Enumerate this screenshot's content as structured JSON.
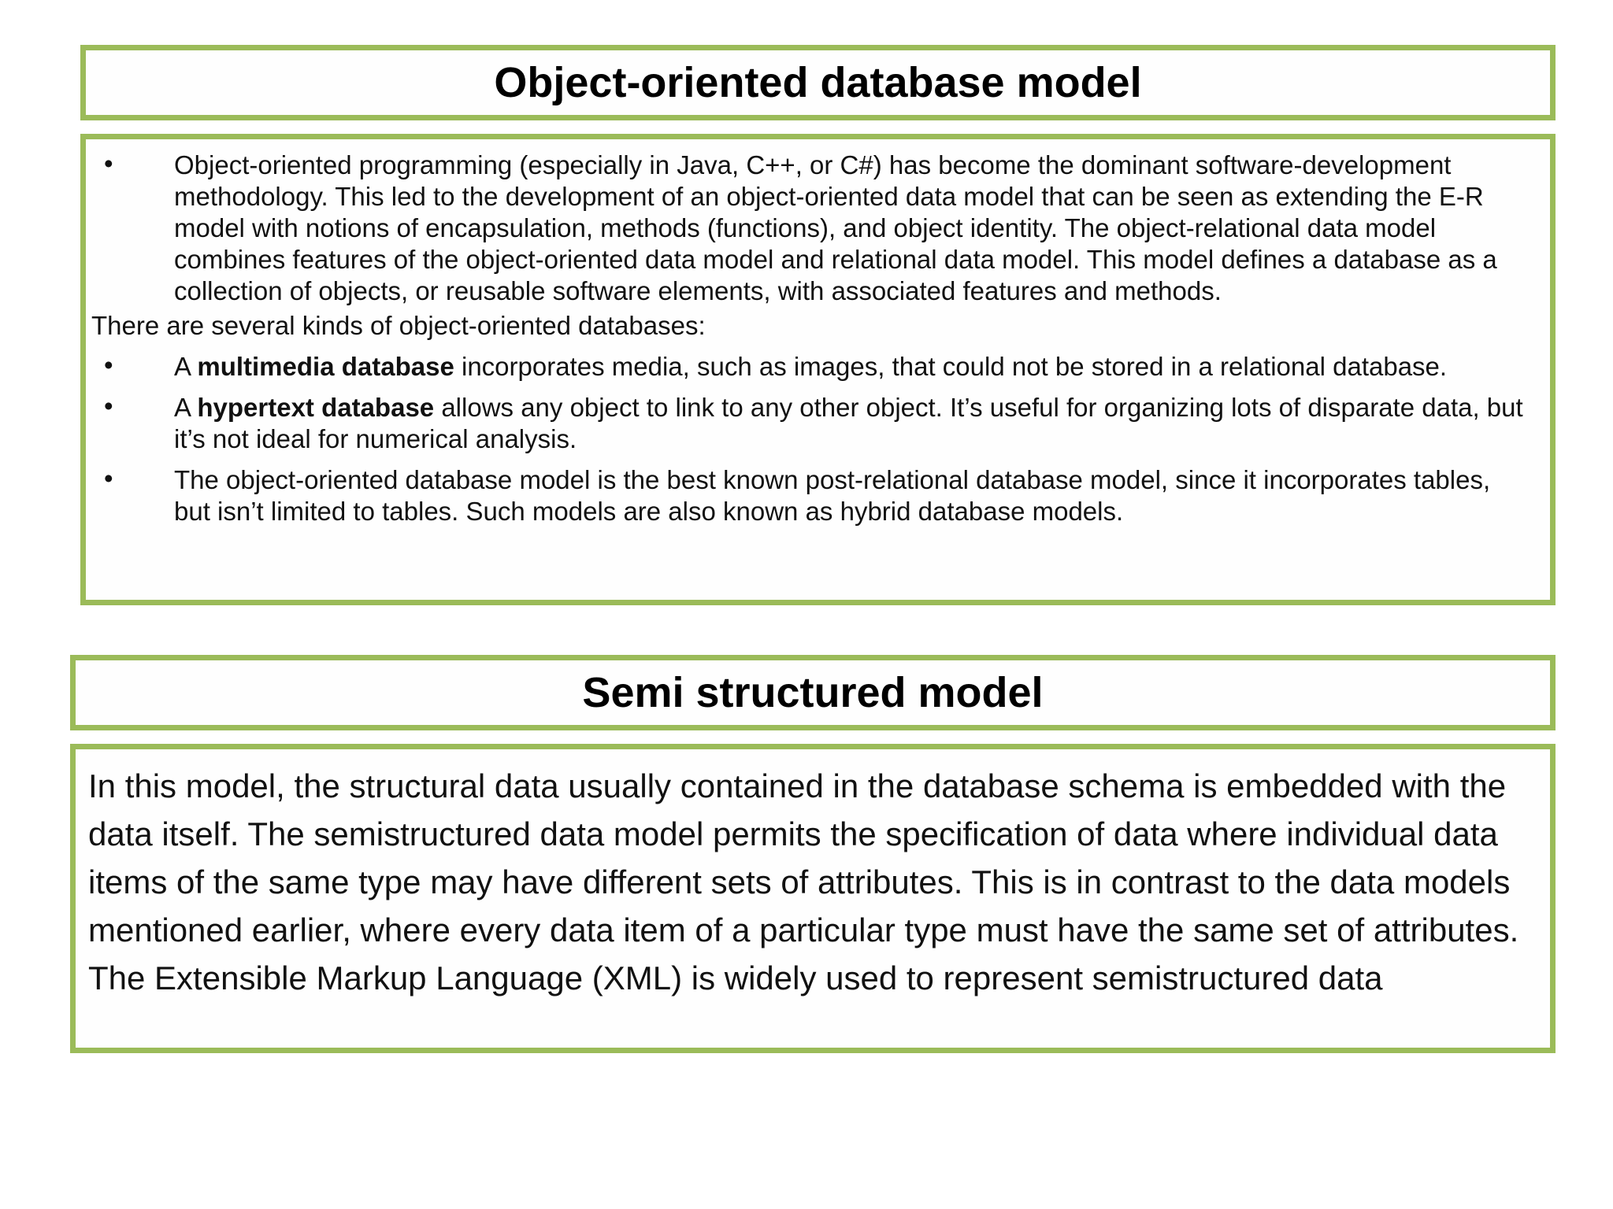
{
  "page": {
    "background": "#ffffff",
    "accent_border_color": "#9bbb59",
    "text_color": "#111111",
    "bullet_glyph": "•"
  },
  "section1": {
    "title": "Object-oriented database model",
    "intro_bullet": "Object-oriented programming (especially in Java, C++, or C#) has become the dominant software-development methodology. This led to the development of an object-oriented data model that can be seen as extending the E-R model with notions of encapsulation, methods (functions), and object identity. The object-relational data model combines features of the object-oriented data model and relational data model. This model defines a database as a collection of objects, or reusable software elements, with associated features and methods.",
    "lead_line": "There are several kinds of object-oriented databases:",
    "bullets": [
      {
        "prefix": "A ",
        "bold": "multimedia database",
        "rest": " incorporates media, such as images, that could not be stored in a relational database."
      },
      {
        "prefix": "A ",
        "bold": "hypertext database",
        "rest": " allows any object to link to any other object. It’s useful for organizing lots of disparate data, but it’s not ideal for numerical analysis."
      },
      {
        "prefix": "",
        "bold": "",
        "rest": "The object-oriented database model is the best known post-relational database model, since it incorporates tables, but isn’t limited to tables. Such models are also known as hybrid database models."
      }
    ]
  },
  "section2": {
    "title": "Semi structured model",
    "body": "In this model, the structural data usually contained in the database schema is embedded with the data itself. The semistructured data model permits the specification of data where individual data items of the same type may have different sets of attributes. This is in contrast to the data models mentioned earlier, where every data item of a particular type must have the same set of attributes. The Extensible Markup Language (XML) is widely used to represent semistructured data"
  }
}
